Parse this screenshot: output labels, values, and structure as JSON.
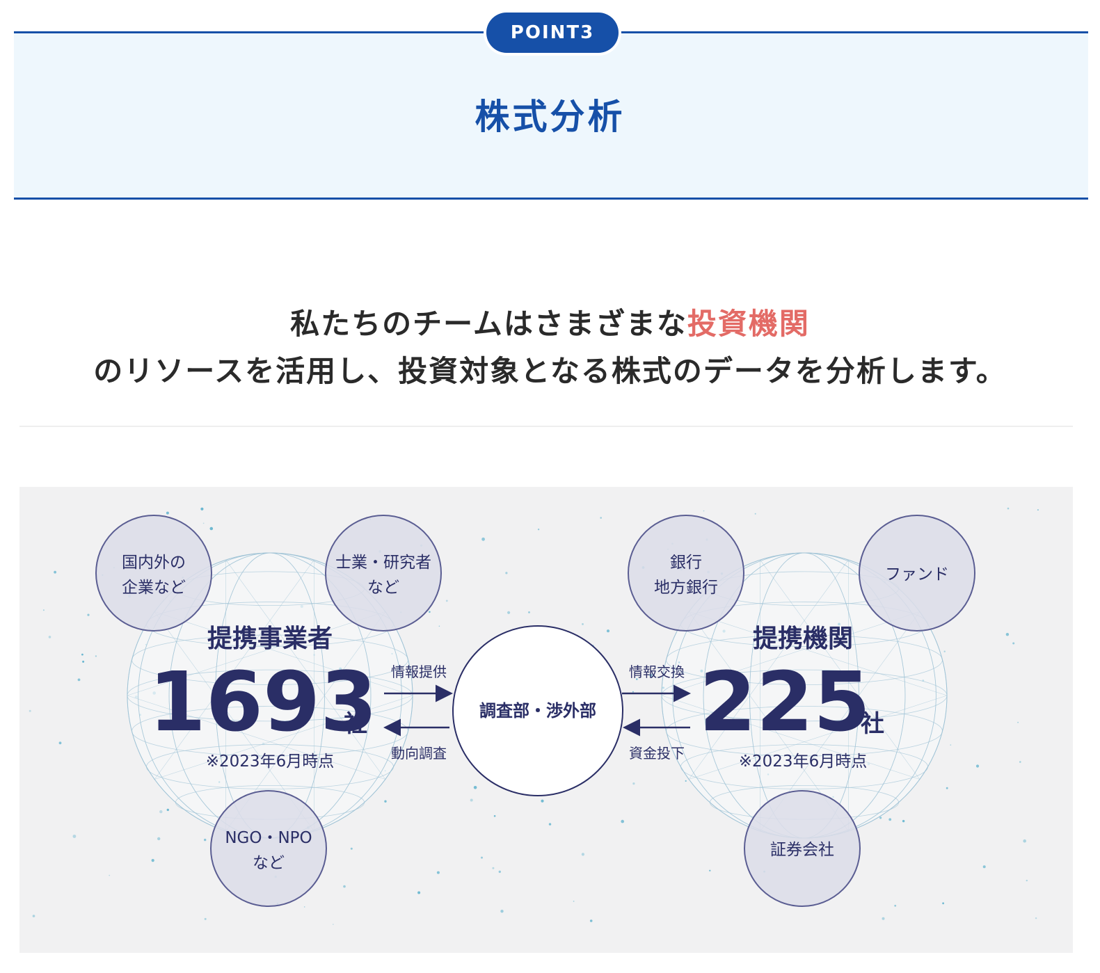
{
  "header": {
    "badge": "POINT3",
    "title": "株式分析"
  },
  "lead": {
    "line1_plain": "私たちのチームはさまざまな",
    "line1_accent": "投資機関",
    "line2": "のリソースを活用し、投資対象となる株式のデータを分析します。"
  },
  "diagram": {
    "left": {
      "heading": "提携事業者",
      "count": "1693",
      "unit": "社",
      "note": "※2023年6月時点",
      "bubbles": [
        {
          "line1": "国内外の",
          "line2": "企業など"
        },
        {
          "line1": "士業・研究者",
          "line2": "など"
        },
        {
          "line1": "NGO・NPO",
          "line2": "など"
        }
      ]
    },
    "center": {
      "label": "調査部・渉外部",
      "left_top": "情報提供",
      "left_bottom": "動向調査",
      "right_top": "情報交換",
      "right_bottom": "資金投下"
    },
    "right": {
      "heading": "提携機関",
      "count": "225",
      "unit": "社",
      "note": "※2023年6月時点",
      "bubbles": [
        {
          "line1": "銀行",
          "line2": "地方銀行"
        },
        {
          "line1": "ファンド",
          "line2": ""
        },
        {
          "line1": "証券会社",
          "line2": ""
        }
      ]
    },
    "colors": {
      "navy": "#2a2e66",
      "bubble_fill": "#dcdde9",
      "bubble_stroke": "#5a5d92",
      "globe": "#9fc3d6",
      "dots": "#4aa9c8"
    }
  }
}
